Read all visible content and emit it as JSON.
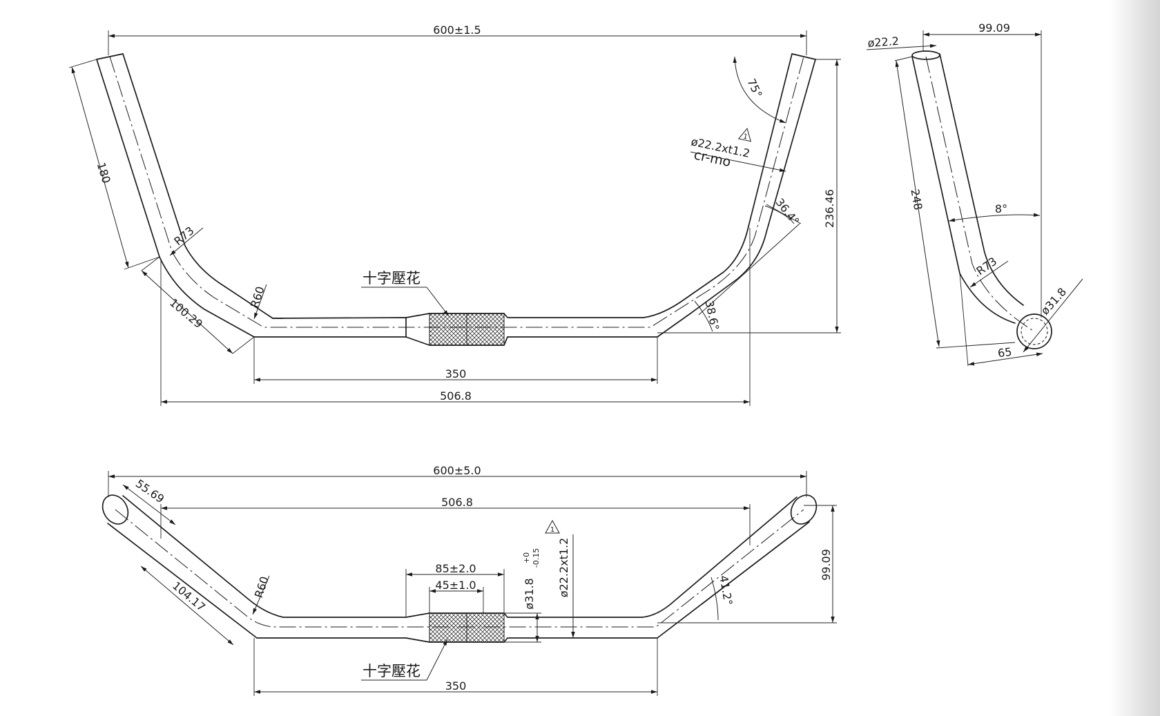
{
  "front_view": {
    "overall_width": "600±1.5",
    "side_length": "180",
    "bend_radius_upper": "R73",
    "bend_radius_lower": "R60",
    "transition_length": "100.29",
    "flat_length": "350",
    "outer_width": "506.8",
    "grip_angle": "75°",
    "tube_spec": "ø22.2xt1.2",
    "material": "cr-mo",
    "rise_angle_upper": "36.4°",
    "rise_angle_lower": "38.6°",
    "overall_height": "236.46",
    "knurl_label": "十字壓花"
  },
  "side_view": {
    "end_diameter": "ø22.2",
    "offset": "99.09",
    "length": "248",
    "angle": "8°",
    "bend_radius": "R73",
    "clamp_diameter": "ø31.8",
    "base_length": "65"
  },
  "top_view": {
    "overall_width": "600±5.0",
    "end_length": "55.69",
    "inner_width": "506.8",
    "transition_length": "104.17",
    "bend_radius": "R60",
    "knurl_zone": "85±2.0",
    "knurl_center": "45±1.0",
    "clamp_diameter": "ø31.8",
    "clamp_tolerance_upper": "+0",
    "clamp_tolerance_lower": "-0.15",
    "tube_spec": "ø22.2xt1.2",
    "sweep_angle": "41.2°",
    "sweep_depth": "99.09",
    "flat_length": "350",
    "knurl_label": "十字壓花"
  },
  "icons": {
    "critical": "warning-triangle-icon"
  }
}
